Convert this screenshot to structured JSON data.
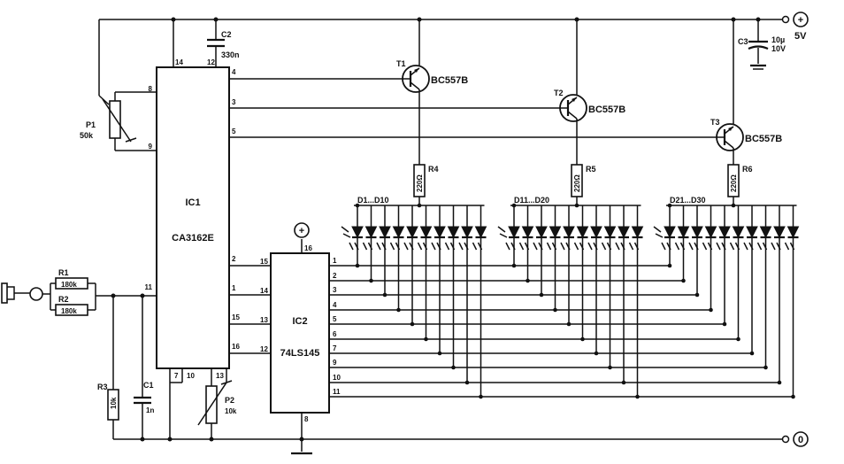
{
  "supply": {
    "plus_symbol": "+",
    "plus_label": "5V",
    "zero_symbol": "0"
  },
  "ic1": {
    "name": "IC1",
    "part": "CA3162E",
    "pins": {
      "p14": "14",
      "p12": "12",
      "p8": "8",
      "p9": "9",
      "p11": "11",
      "p4": "4",
      "p3": "3",
      "p5": "5",
      "p2": "2",
      "p1": "1",
      "p15": "15",
      "p16": "16",
      "p7": "7",
      "p10": "10",
      "p13": "13"
    }
  },
  "ic2": {
    "name": "IC2",
    "part": "74LS145",
    "supply_plus": "+",
    "pins": {
      "p15": "15",
      "p14": "14",
      "p13": "13",
      "p12": "12",
      "p16": "16",
      "p8": "8"
    },
    "outputs": [
      "1",
      "2",
      "3",
      "4",
      "5",
      "6",
      "7",
      "9",
      "10",
      "11"
    ]
  },
  "transistors": [
    {
      "ref": "T1",
      "type": "BC557B"
    },
    {
      "ref": "T2",
      "type": "BC557B"
    },
    {
      "ref": "T3",
      "type": "BC557B"
    }
  ],
  "collector_resistors": [
    {
      "ref": "R4",
      "value": "220Ω"
    },
    {
      "ref": "R5",
      "value": "220Ω"
    },
    {
      "ref": "R6",
      "value": "220Ω"
    }
  ],
  "led_groups": [
    "D1...D10",
    "D11...D20",
    "D21...D30"
  ],
  "capacitors": {
    "c1": {
      "ref": "C1",
      "value": "1n"
    },
    "c2": {
      "ref": "C2",
      "value": "330n"
    },
    "c3": {
      "ref": "C3",
      "value_a": "10µ",
      "value_b": "10V"
    }
  },
  "resistors": {
    "r1": {
      "ref": "R1",
      "value": "180k"
    },
    "r2": {
      "ref": "R2",
      "value": "180k"
    },
    "r3": {
      "ref": "R3",
      "value": "10k"
    }
  },
  "pots": {
    "p1": {
      "ref": "P1",
      "value": "50k"
    },
    "p2": {
      "ref": "P2",
      "value": "10k"
    }
  }
}
